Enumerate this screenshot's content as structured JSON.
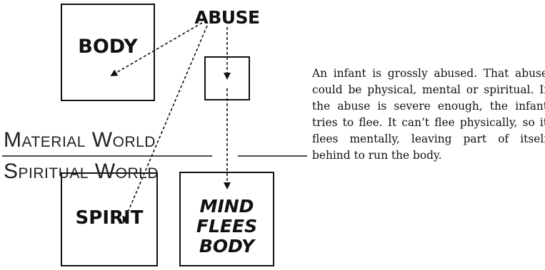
{
  "diagram": {
    "nodes": {
      "body": "BODY",
      "abuse": "ABUSE",
      "spirit": "SPIRIT",
      "mind_flees_body": [
        "MIND",
        "FLEES",
        "BODY"
      ]
    },
    "world_labels": {
      "material": "Material World",
      "spiritual": "Spiritual World"
    },
    "edges": [
      {
        "from": "abuse",
        "to": "body",
        "style": "dashed-arrow"
      },
      {
        "from": "abuse",
        "to": "spirit",
        "style": "dashed-arrow"
      },
      {
        "from": "abuse",
        "to": "mind",
        "style": "dashed-arrow"
      }
    ],
    "description": "An infant is grossly abused. That abuse could be physical, mental or spiritual. If the abuse is severe enough, the infant tries to flee. It can’t flee physically, so it flees mentally, leaving part of itself behind to run the body."
  }
}
